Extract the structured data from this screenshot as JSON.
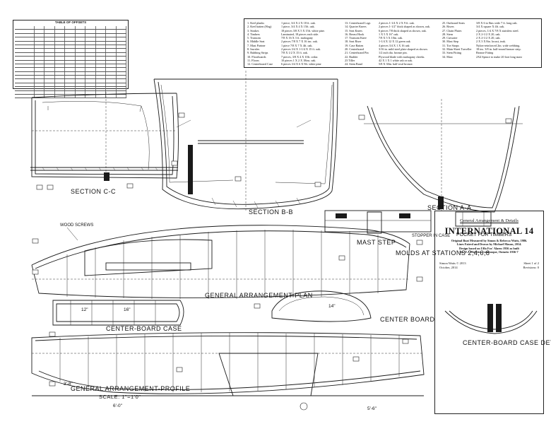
{
  "offsets_table": {
    "title": "TABLE OF OFFSETS"
  },
  "materials": {
    "col1": [
      {
        "name": "1. Keel planks",
        "spec": "1 piece, 3/4 X 2 X 18 ft. oak."
      },
      {
        "name": "2. Keel batten (Hog)",
        "spec": "1 piece, 3/4 X 4 X 15ft. oak."
      },
      {
        "name": "3. Strakes",
        "spec": "18 pieces 3/8 X 5 X 15ft. white pine."
      },
      {
        "name": "4. Timbers",
        "spec": "Laminated, 18 pieces each side."
      },
      {
        "name": "5. Transom",
        "spec": "7/8 X 16 X 3 ft. mahogany"
      },
      {
        "name": "6. Middle Seat",
        "spec": "2 pieces 7/8 X 7 X 16 inc. oak."
      },
      {
        "name": "7. Mast Partner",
        "spec": "1 piece 7/8 X 7 X 4ft. oak."
      },
      {
        "name": "8. Inwales",
        "spec": "2 pieces 3/4 X 1-1/4 X 15 ft. oak."
      },
      {
        "name": "9. Rubbing Strips",
        "spec": "7/8 X 1/2 X 15 ft. oak."
      },
      {
        "name": "10. Floorboards",
        "spec": "7 pieces, 3/8 X 4 X 10ft. cedar."
      },
      {
        "name": "11. Floors",
        "spec": "10 pieces 1 X 2 X 18ins. oak."
      },
      {
        "name": "12. Centerboard Case",
        "spec": "6 pieces 3/4 X 6 X 9ft. white pine"
      }
    ],
    "col2": [
      {
        "name": "13. Centerboard Logs",
        "spec": "2 pieces 1-1/4 X 2 X 9 ft. oak."
      },
      {
        "name": "14. Quarter Knees",
        "spec": "2 pieces 1-1/2\" thick shaped as shown, oak."
      },
      {
        "name": "15. Seat Knees",
        "spec": "6 pieces 7/8 thick shaped as shown, oak."
      },
      {
        "name": "16. Breast Hook",
        "spec": "1 X 5 X 16\" oak."
      },
      {
        "name": "17. Transom Knee",
        "spec": "7/8 X 5 X 10in. oak."
      },
      {
        "name": "18. Seat Riser",
        "spec": "1-1/4 X 12 X 12 green oak"
      },
      {
        "name": "19. Case Batten",
        "spec": "4 pieces 3/4 X 1 X 16 oak"
      },
      {
        "name": "20. Centerboard",
        "spec": "3/16 in. mild steel plate shaped as shown."
      },
      {
        "name": "21. Centerboard Pin",
        "spec": "1/2 inch dia. bronze pin."
      },
      {
        "name": "22. Rudder",
        "spec": "Plywood blade with mahogany cheeks."
      },
      {
        "name": "23 Tiller",
        "spec": "42 X 1 X 1 white ash or oak."
      },
      {
        "name": "24. Stem Band",
        "spec": "5/8 X 30in. half-oval bronze."
      }
    ],
    "col3": [
      {
        "name": "25. Outboard Seats",
        "spec": "3/8 X 6 to 8ins wide 7 ft. long oak."
      },
      {
        "name": "26. Risers",
        "spec": "3/4 X square X 4ft. oak."
      },
      {
        "name": "27. Chain Plates",
        "spec": "2 pieces, 1/4 X 7/8 X stainless steel."
      },
      {
        "name": "28. Stern",
        "spec": "2 X 2-1/2 X 20, oak."
      },
      {
        "name": "29. Cutwater",
        "spec": "2 X 2-1/2 X 20, oak."
      },
      {
        "name": "30. Mast Step",
        "spec": "2 X 3 X 8in. locust, teak."
      },
      {
        "name": "31. Toe Straps",
        "spec": "Nylon-reinforced 2in. wide webbing."
      },
      {
        "name": "32. Main Sheet Traveller",
        "spec": "18 ins. 3/8 in. half-round bronze strip."
      },
      {
        "name": "33. Stem Fitting",
        "spec": "Bronze Fitting"
      },
      {
        "name": "34. Mast",
        "spec": "2X4 Spruce to make 20 foot long mast"
      }
    ]
  },
  "drawing_labels": {
    "section_cc": "SECTION C-C",
    "section_bb": "SECTION B-B",
    "section_aa": "SECTION A-A",
    "mast_step": "MAST STEP",
    "molds": "MOLDS AT STATIONS 2,4,6,8",
    "pocket": "POCKET FOR TIMBERS",
    "general_plan": "GENERAL ARRANGEMENT-PLAN",
    "centerboard_case": "CENTER-BOARD CASE",
    "centerboard": "CENTER BOARD",
    "cb_case_detail": "CENTER-BOARD CASE DETAIL",
    "general_profile": "GENERAL ARRANGEMENT-PROFILE",
    "scale": "SCALE: 1\"=1'0\"",
    "wood_screws": "WOOD SCREWS",
    "stopper": "STOPPER IN CASE",
    "dim_60": "6'-0\"",
    "dim_56": "5'-6\"",
    "dim_38": "3'-8\"",
    "dim_16": "16\"",
    "dim_14": "14\"",
    "dim_12": "12\""
  },
  "title_block": {
    "subtitle": "General Arrangement & Details",
    "title": "INTERNATIONAL 14",
    "credits_1": "Original Boat Measured by Simon & Rebecca Watts, 1986.",
    "credits_2": "Lines Faired and Drawn by Michael Mason, 2014.",
    "credits_3": "Design based on Uffa Fox' Alarm 1936 as built",
    "credits_4": "by W.J. Malette, Ganonoque, Ontario 1936-7",
    "copyright": "Simon Watts © 2013",
    "date": "October, 2014",
    "sheet": "Sheet 1 of 2",
    "revision": "Revisions: 0"
  }
}
